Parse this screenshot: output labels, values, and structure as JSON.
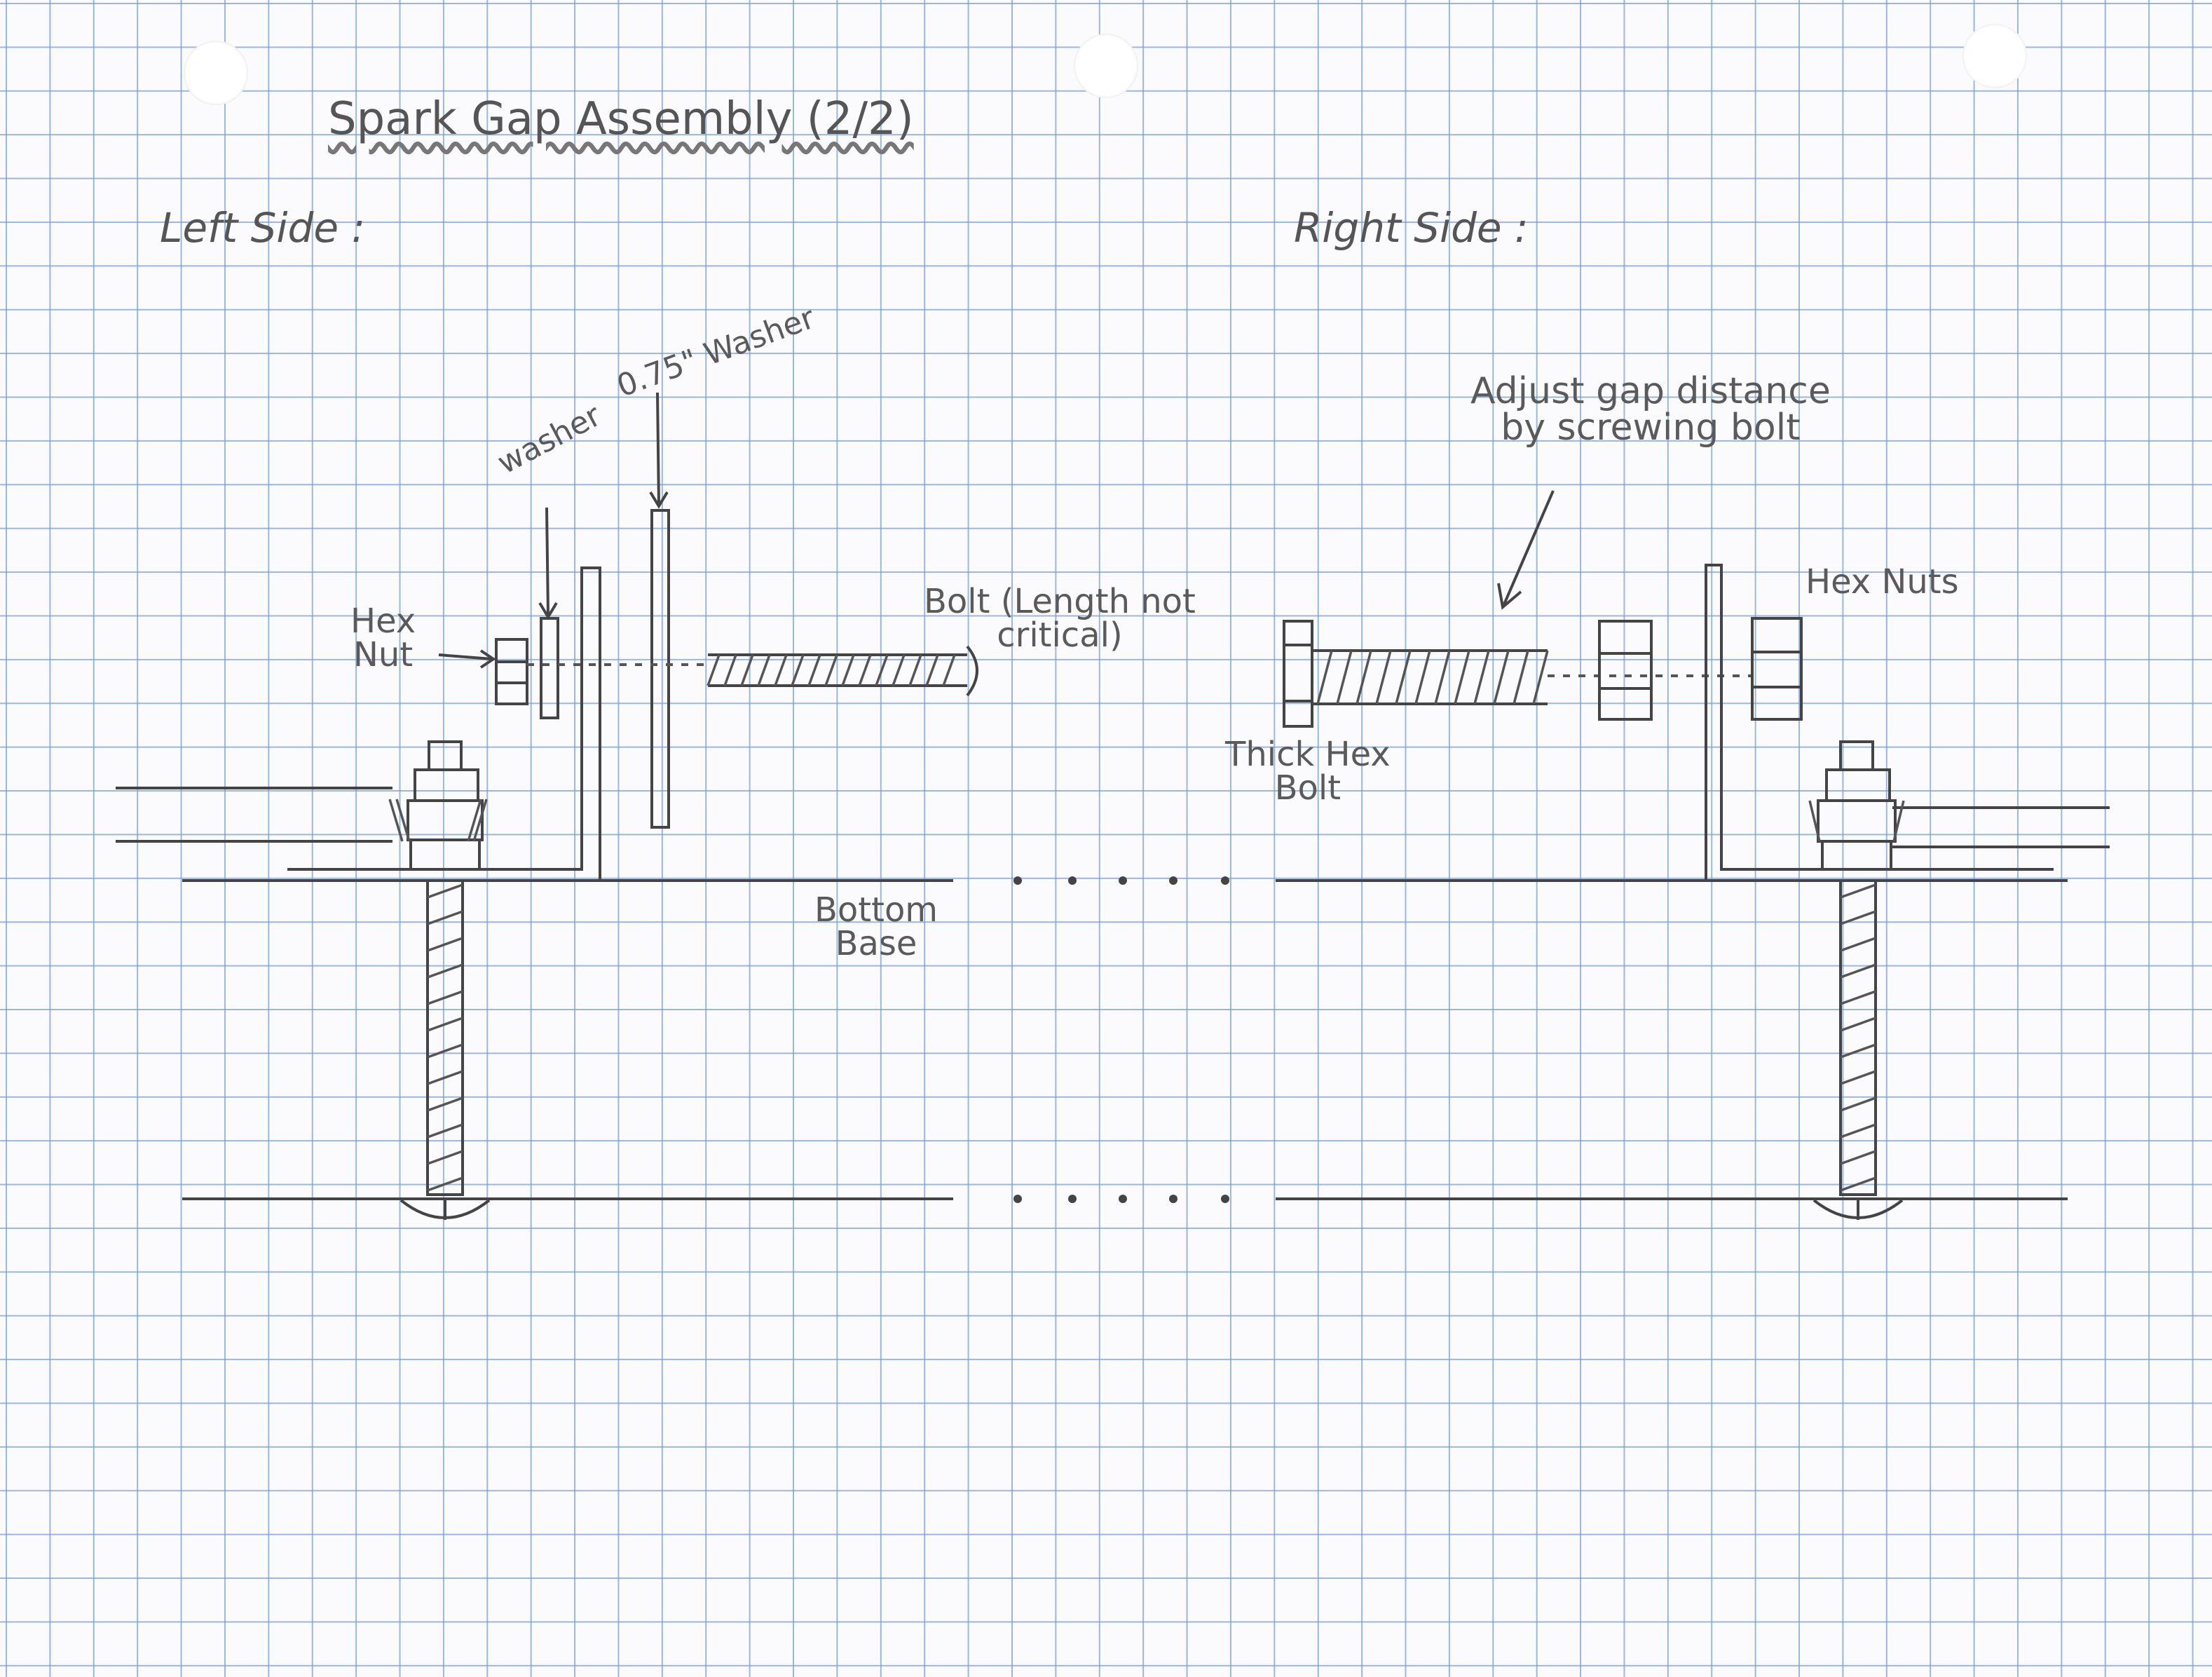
{
  "title": "Spark Gap Assembly (2/2)",
  "left_side": {
    "heading": "Left Side :",
    "labels": {
      "washer": "washer",
      "large_washer": "0.75\" Washer",
      "hex_nut": "Hex\nNut",
      "bolt": "Bolt (Length not\ncritical)"
    }
  },
  "right_side": {
    "heading": "Right Side :",
    "labels": {
      "adjust_note": "Adjust gap distance\nby screwing bolt",
      "hex_nuts": "Hex Nuts",
      "thick_hex_bolt": "Thick Hex\nBolt"
    }
  },
  "base_label": "Bottom\nBase"
}
